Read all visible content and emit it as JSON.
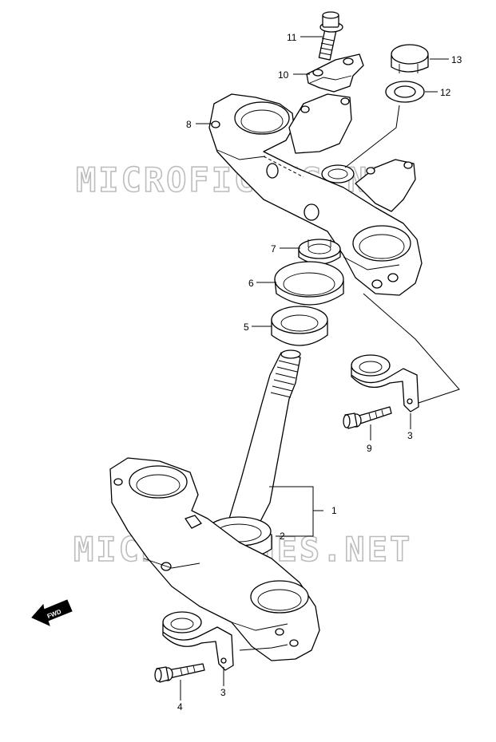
{
  "watermark": "MICROFICHES.NET",
  "fwd_label": "FWD",
  "callouts": [
    {
      "id": "1",
      "text": "1"
    },
    {
      "id": "2",
      "text": "2"
    },
    {
      "id": "3a",
      "text": "3"
    },
    {
      "id": "3b",
      "text": "3"
    },
    {
      "id": "4",
      "text": "4"
    },
    {
      "id": "5",
      "text": "5"
    },
    {
      "id": "6",
      "text": "6"
    },
    {
      "id": "7",
      "text": "7"
    },
    {
      "id": "8",
      "text": "8"
    },
    {
      "id": "9",
      "text": "9"
    },
    {
      "id": "10",
      "text": "10"
    },
    {
      "id": "11",
      "text": "11"
    },
    {
      "id": "12",
      "text": "12"
    },
    {
      "id": "13",
      "text": "13"
    }
  ]
}
